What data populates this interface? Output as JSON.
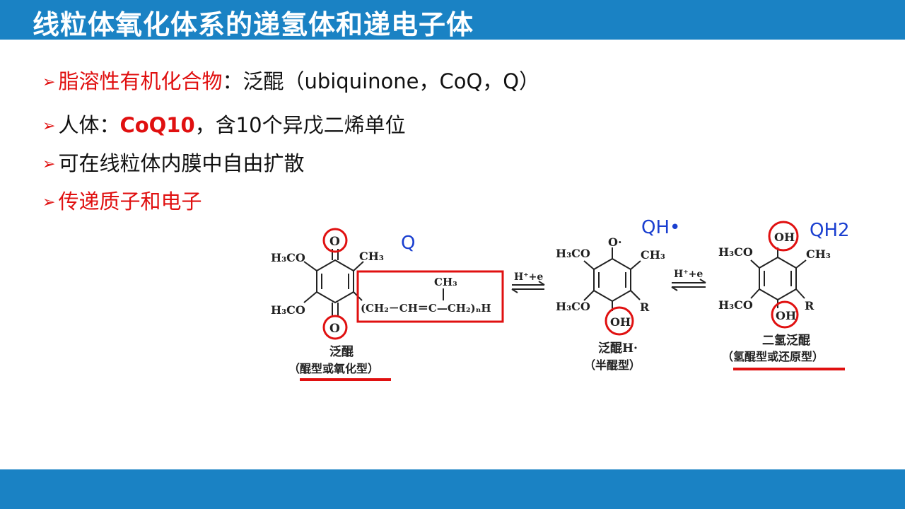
{
  "title": "线粒体氧化体系的递氢体和递电子体",
  "bullets": {
    "b1": {
      "arrow": "➢",
      "red_text": "脂溶性有机化合物",
      "rest": "：泛醌（ubiquinone，CoQ，Q）"
    },
    "b2": {
      "arrow": "➢",
      "prefix": "人体：",
      "highlight": "CoQ10",
      "rest": "，含10个异戊二烯单位"
    },
    "b3": {
      "arrow": "➢",
      "text": "可在线粒体内膜中自由扩散"
    },
    "b4": {
      "arrow": "➢",
      "red_text": "传递质子和电子"
    }
  },
  "diagram": {
    "labels": {
      "q": "Q",
      "qh": "QH•",
      "qh2": "QH2"
    },
    "arrow_label": "H⁺+e",
    "m1": {
      "top_o": "O",
      "bottom_o": "O",
      "h3co_top": "H₃CO",
      "h3co_bottom": "H₃CO",
      "ch3": "CH₃",
      "chain_ch3": "CH₃",
      "chain": "(CH₂－CH＝C—CH₂)ₙH",
      "name": "泛醌",
      "subname": "（醌型或氧化型）"
    },
    "m2": {
      "top_o": "O·",
      "oh": "OH",
      "h3co_top": "H₃CO",
      "h3co_bottom": "H₃CO",
      "ch3": "CH₃",
      "r": "R",
      "name": "泛醌H·",
      "subname": "（半醌型）"
    },
    "m3": {
      "top_oh": "OH",
      "bottom_oh": "OH",
      "h3co_top": "H₃CO",
      "h3co_bottom": "H₃CO",
      "ch3": "CH₃",
      "r": "R",
      "name": "二氢泛醌",
      "subname": "（氢醌型或还原型）"
    },
    "colors": {
      "accent_red": "#e01010",
      "label_blue": "#1a3fd0",
      "bar_blue": "#1a82c4"
    }
  }
}
